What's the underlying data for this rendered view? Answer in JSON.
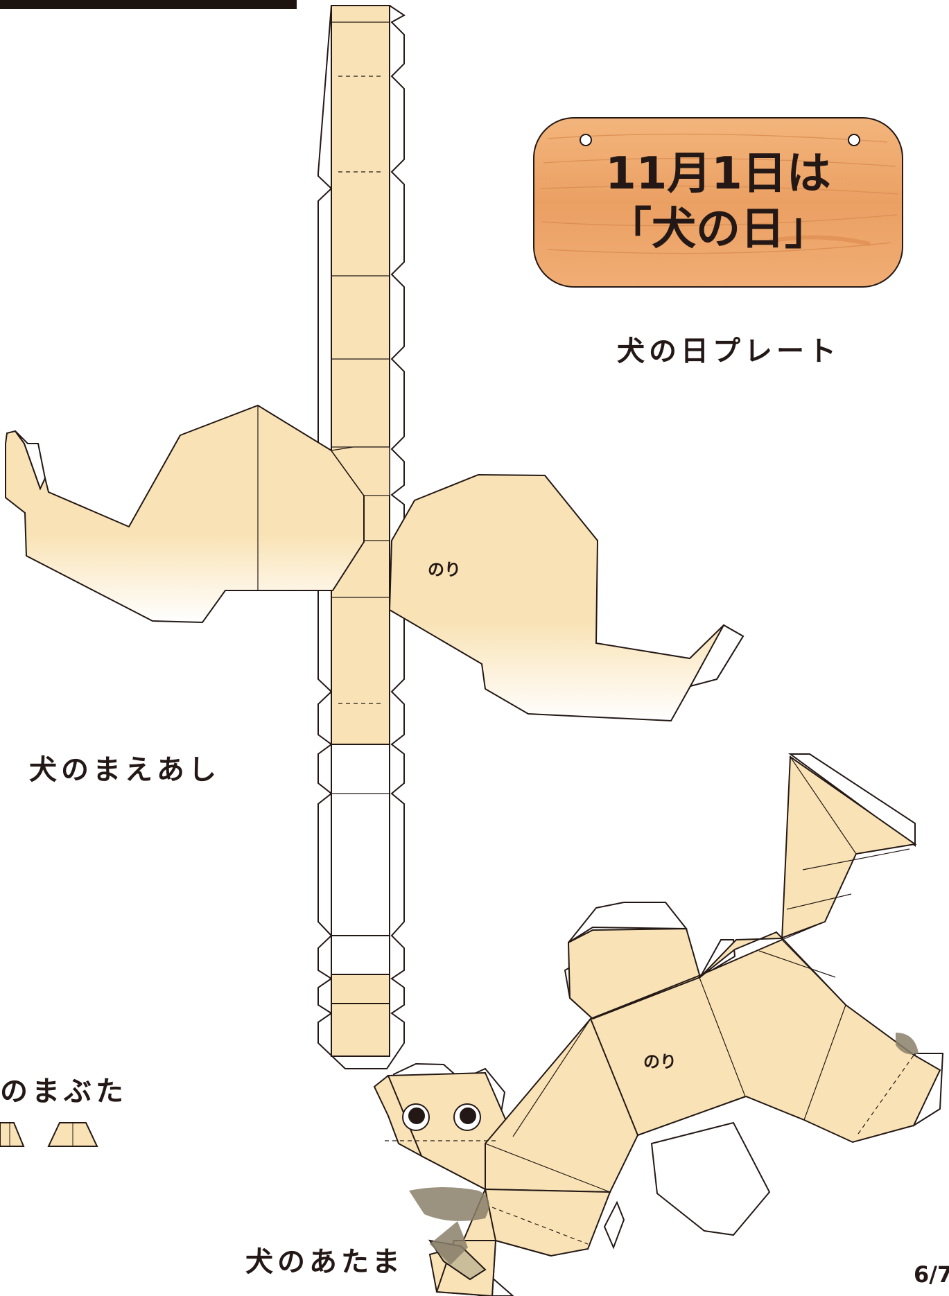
{
  "sheet": {
    "page_number": "6/7",
    "colors": {
      "paper": "#f9e3b6",
      "outline": "#231815",
      "plate_wood": "#eea268",
      "shade": "#8a7f6a"
    }
  },
  "plate": {
    "line1": "11月1日は",
    "line2": "「犬の日」",
    "label": "犬の日プレート"
  },
  "front_legs": {
    "label": "犬のまえあし",
    "glue_text": "のり"
  },
  "eyelids": {
    "label": "のまぶた"
  },
  "head": {
    "label": "犬のあたま",
    "glue_text": "のり"
  }
}
